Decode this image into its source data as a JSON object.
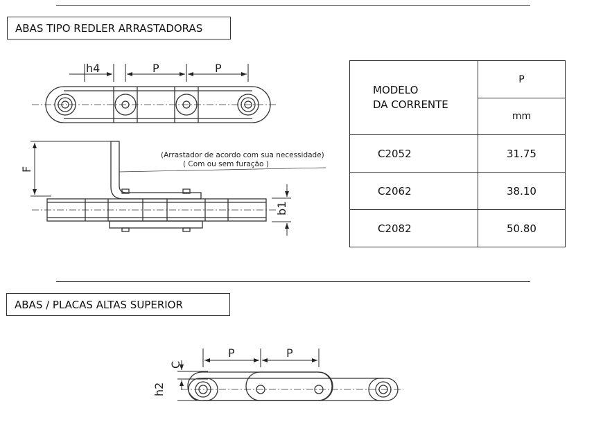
{
  "sections": [
    {
      "title": "ABAS TIPO REDLER ARRASTADORAS"
    },
    {
      "title": "ABAS / PLACAS ALTAS SUPERIOR"
    }
  ],
  "drawing1": {
    "labels": {
      "h4": "h4",
      "p1": "P",
      "p2": "P",
      "f": "F",
      "b1": "b1"
    },
    "note_line1": "(Arrastador de acordo com sua necessidade)",
    "note_line2": "( Com ou sem furação )"
  },
  "table": {
    "header_model_line1": "MODELO",
    "header_model_line2": "DA CORRENTE",
    "header_p": "P",
    "header_unit": "mm",
    "rows": [
      {
        "model": "C2052",
        "p": "31.75"
      },
      {
        "model": "C2062",
        "p": "38.10"
      },
      {
        "model": "C2082",
        "p": "50.80"
      }
    ]
  },
  "drawing2": {
    "labels": {
      "c": "C",
      "h2": "h2",
      "p1": "P",
      "p2": "P"
    }
  }
}
